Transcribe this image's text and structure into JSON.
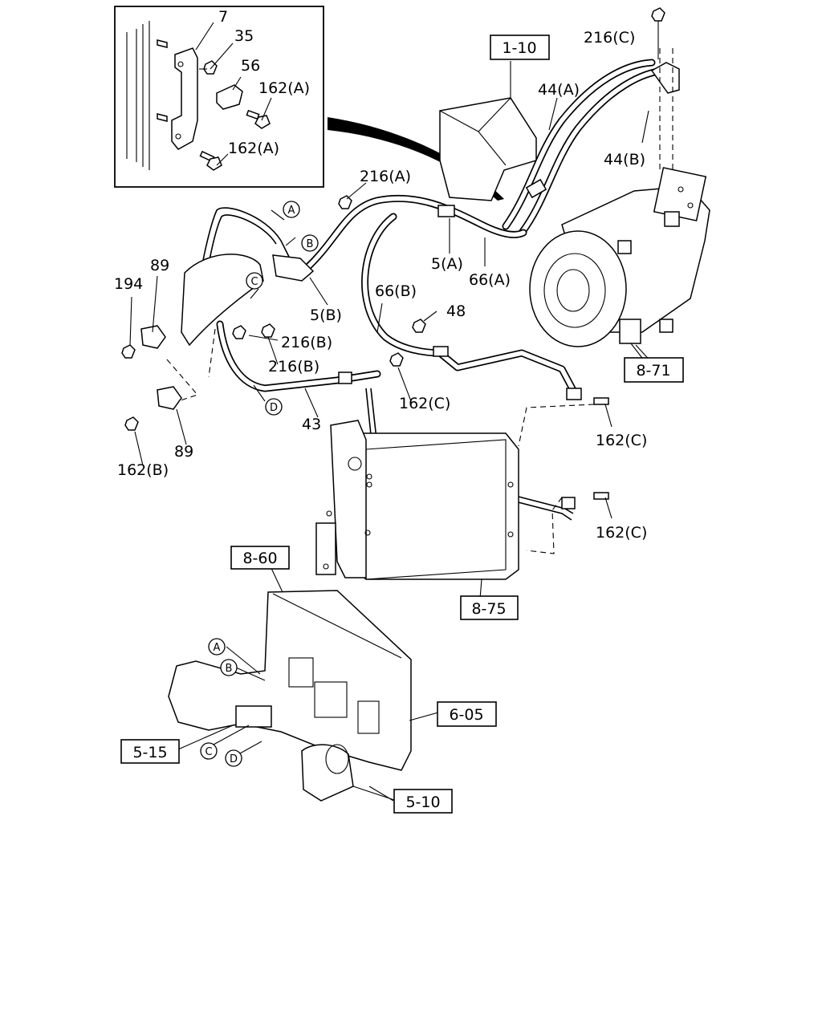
{
  "inset": {
    "labels": [
      "7",
      "35",
      "56",
      "162(A)",
      "162(A)"
    ]
  },
  "references": {
    "ref_1_10": "1-10",
    "ref_8_71": "8-71",
    "ref_8_75": "8-75",
    "ref_8_60": "8-60",
    "ref_6_05": "6-05",
    "ref_5_15": "5-15",
    "ref_5_10": "5-10"
  },
  "callouts": {
    "p216c_top": "216(C)",
    "p44a": "44(A)",
    "p44b": "44(B)",
    "p216a": "216(A)",
    "p5a": "5(A)",
    "p66a": "66(A)",
    "p66b": "66(B)",
    "p5b": "5(B)",
    "p48": "48",
    "p89_top": "89",
    "p194": "194",
    "p216b_1": "216(B)",
    "p216b_2": "216(B)",
    "p162c_mid": "162(C)",
    "p43": "43",
    "p162c_r1": "162(C)",
    "p162c_r2": "162(C)",
    "p89_bot": "89",
    "p162b": "162(B)"
  },
  "circled": {
    "a_top": "A",
    "b_top": "B",
    "c_top": "C",
    "d_top": "D",
    "a_bot": "A",
    "b_bot": "B",
    "c_bot": "C",
    "d_bot": "D"
  }
}
